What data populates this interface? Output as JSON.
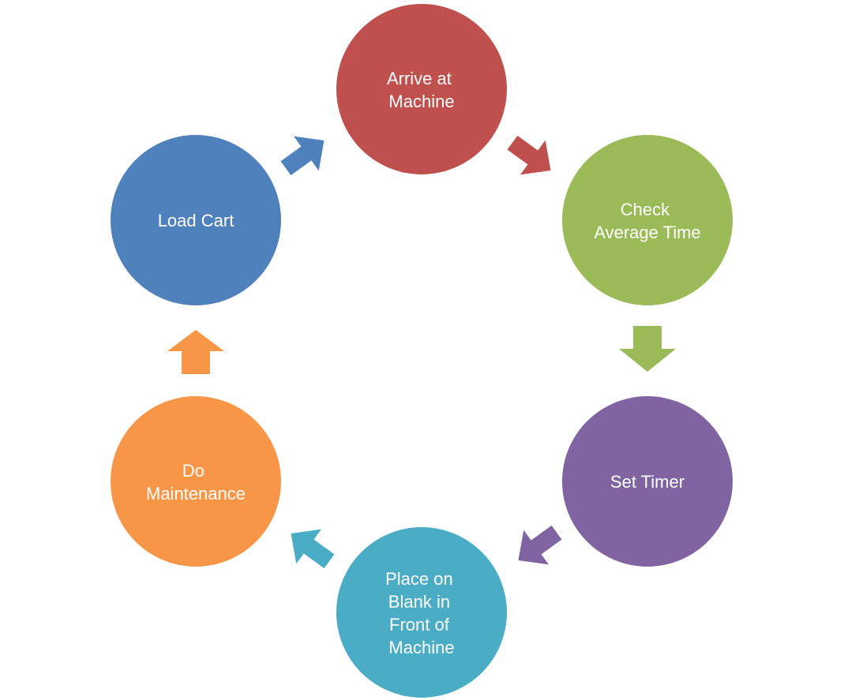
{
  "diagram": {
    "type": "cycle",
    "nodes": [
      {
        "id": "arrive",
        "lines": [
          "Arrive at",
          "Machine"
        ],
        "color": "#C0504D"
      },
      {
        "id": "check",
        "lines": [
          "Check",
          "Average Time"
        ],
        "color": "#9BBB59"
      },
      {
        "id": "timer",
        "lines": [
          "Set Timer"
        ],
        "color": "#8064A2"
      },
      {
        "id": "place",
        "lines": [
          "Place on",
          "Blank in",
          "Front of",
          "Machine"
        ],
        "color": "#4BACC6"
      },
      {
        "id": "maintenance",
        "lines": [
          "Do",
          "Maintenance"
        ],
        "color": "#F79646"
      },
      {
        "id": "load",
        "lines": [
          "Load Cart"
        ],
        "color": "#4F81BD"
      }
    ],
    "arrows": [
      {
        "from": "arrive",
        "to": "check",
        "color": "#C0504D"
      },
      {
        "from": "check",
        "to": "timer",
        "color": "#9BBB59"
      },
      {
        "from": "timer",
        "to": "place",
        "color": "#8064A2"
      },
      {
        "from": "place",
        "to": "maintenance",
        "color": "#4BACC6"
      },
      {
        "from": "maintenance",
        "to": "load",
        "color": "#F79646"
      },
      {
        "from": "load",
        "to": "arrive",
        "color": "#4F81BD"
      }
    ]
  }
}
